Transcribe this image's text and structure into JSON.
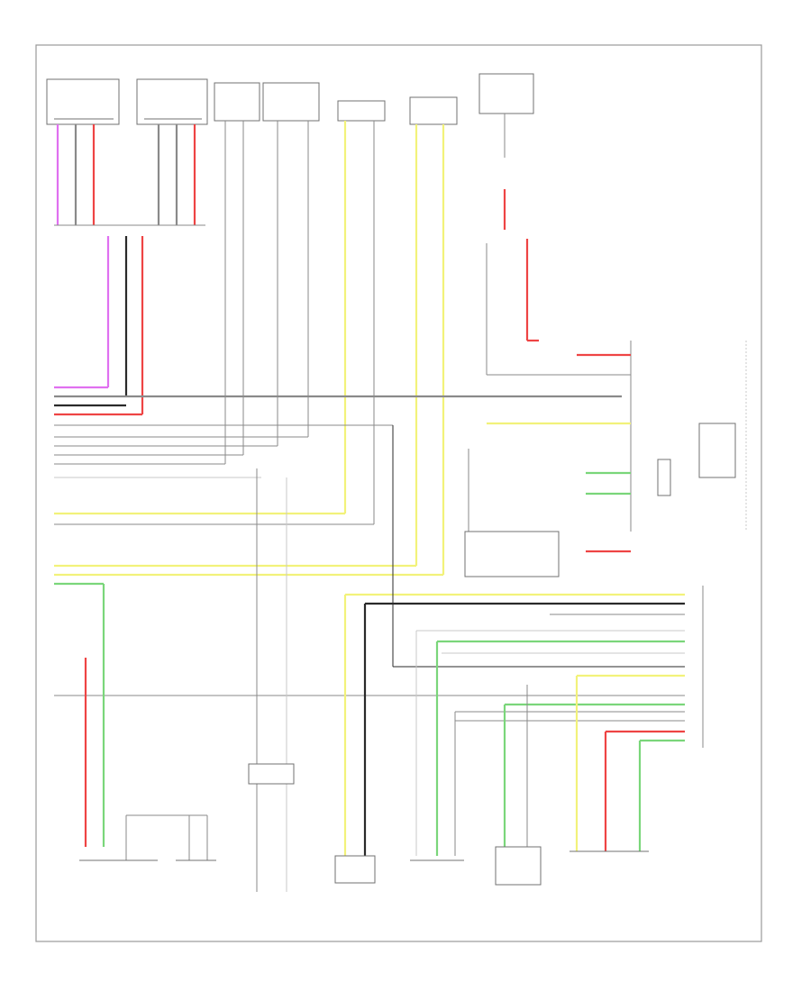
{
  "diagram": {
    "page_label": "",
    "colors": {
      "black": "#2a2a2a",
      "gray": "#8a8a8a",
      "light_gray": "#c8c8c8",
      "yellow": "#f2f27a",
      "red": "#ee4444",
      "pink": "#f06a8c",
      "green": "#7ad67a",
      "violet": "#e070f0",
      "frame": "#9a9a9a"
    },
    "components": [
      {
        "id": "tl-sensor-1",
        "label": ""
      },
      {
        "id": "tl-sensor-2",
        "label": ""
      },
      {
        "id": "front-sensor-left",
        "label": ""
      },
      {
        "id": "front-sensor-right",
        "label": ""
      },
      {
        "id": "top-switch-1",
        "label": ""
      },
      {
        "id": "top-switch-2",
        "label": ""
      },
      {
        "id": "relay-box",
        "label": ""
      },
      {
        "id": "right-module",
        "label": ""
      },
      {
        "id": "small-module",
        "label": ""
      },
      {
        "id": "mid-connector",
        "label": ""
      },
      {
        "id": "bottom-sensor-1",
        "label": ""
      },
      {
        "id": "bottom-sensor-2",
        "label": ""
      },
      {
        "id": "bottom-sensor-3",
        "label": ""
      },
      {
        "id": "bottom-sensor-4",
        "label": ""
      },
      {
        "id": "bottom-switch",
        "label": ""
      },
      {
        "id": "bottom-sensor-5",
        "label": ""
      }
    ]
  }
}
